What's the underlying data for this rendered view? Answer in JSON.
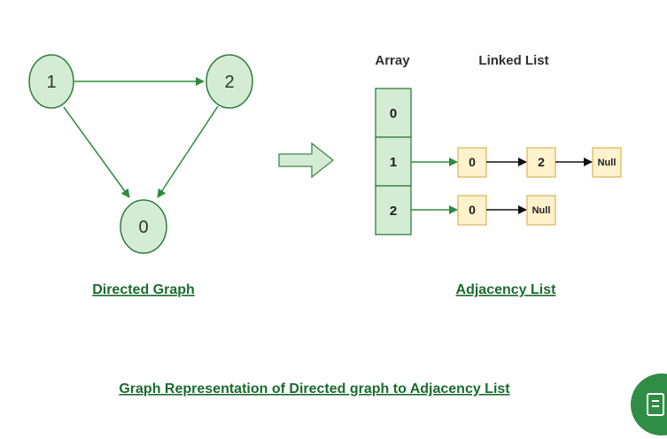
{
  "graph": {
    "nodes": [
      {
        "id": "1",
        "label": "1"
      },
      {
        "id": "2",
        "label": "2"
      },
      {
        "id": "0",
        "label": "0"
      }
    ],
    "caption": "Directed Graph"
  },
  "adjacency": {
    "array_header": "Array",
    "linked_header": "Linked List",
    "array_cells": [
      "0",
      "1",
      "2"
    ],
    "row1": [
      "0",
      "2",
      "Null"
    ],
    "row2": [
      "0",
      "Null"
    ],
    "caption": "Adjacency List"
  },
  "footer_caption": "Graph Representation of Directed graph to Adjacency List",
  "colors": {
    "node_fill": "#d5ecd4",
    "node_stroke": "#2f7d3b",
    "edge": "#2e8b3d",
    "list_fill": "#fff2cc",
    "list_stroke": "#d6b656",
    "caption": "#1b6b2f",
    "fab": "#2f8d46"
  },
  "icons": {
    "fab_icon": "notes-icon"
  }
}
